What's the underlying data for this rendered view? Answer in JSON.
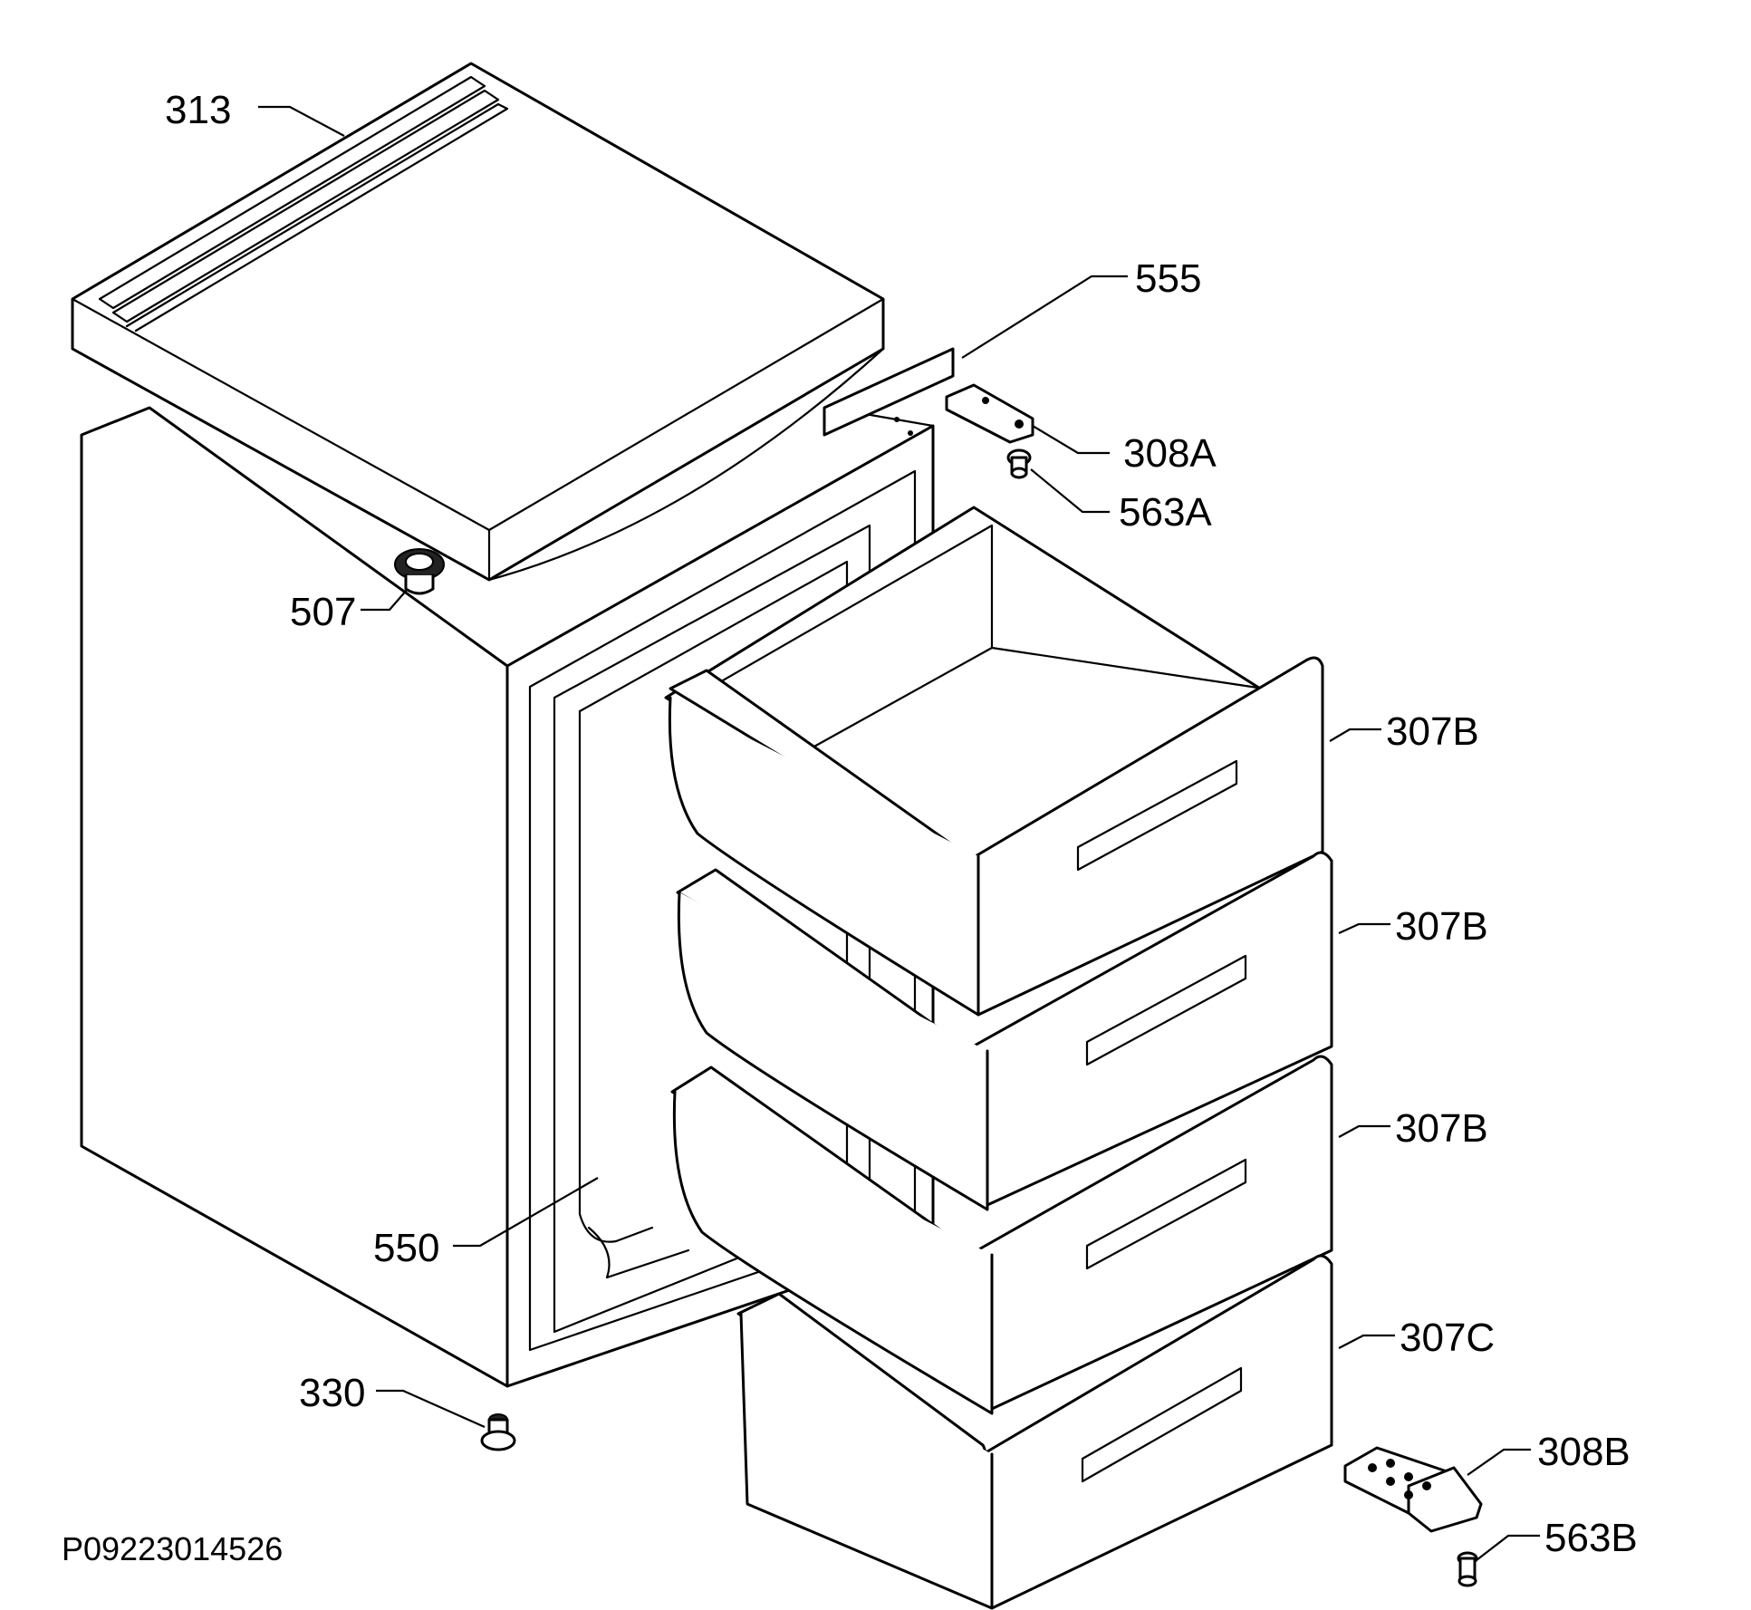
{
  "labels": {
    "l313": "313",
    "l555": "555",
    "l308a": "308A",
    "l563a": "563A",
    "l507": "507",
    "l307b_1": "307B",
    "l307b_2": "307B",
    "l307b_3": "307B",
    "l307c": "307C",
    "l550": "550",
    "l330": "330",
    "l308b": "308B",
    "l563b": "563B"
  },
  "drawing_code": "P09223014526",
  "colors": {
    "line": "#000000",
    "background": "#ffffff"
  }
}
